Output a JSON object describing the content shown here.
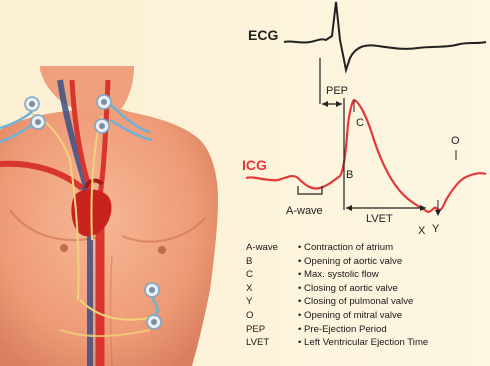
{
  "ecg_label": "ECG",
  "icg_label": "ICG",
  "wave_labels": {
    "pep": "PEP",
    "c": "C",
    "b": "B",
    "o": "O",
    "a_wave": "A-wave",
    "lvet": "LVET",
    "x": "X",
    "y": "Y"
  },
  "legend": [
    {
      "term": "A-wave",
      "desc": "• Contraction of atrium"
    },
    {
      "term": "B",
      "desc": "• Opening of aortic valve"
    },
    {
      "term": "C",
      "desc": "• Max. systolic flow"
    },
    {
      "term": "X",
      "desc": "• Closing of aortic valve"
    },
    {
      "term": "Y",
      "desc": "• Closing of pulmonal valve"
    },
    {
      "term": "O",
      "desc": "• Opening of mitral valve"
    },
    {
      "term": "PEP",
      "desc": "• Pre-Ejection Period"
    },
    {
      "term": "LVET",
      "desc": "• Left Ventricular Ejection Time"
    }
  ],
  "colors": {
    "background": "#fbf3d9",
    "ecg_trace": "#222222",
    "icg_trace": "#e23a3a",
    "icg_label": "#e23a3a",
    "skin": "#f2a27e",
    "artery": "#d8352e",
    "vein": "#3b4f86",
    "wire_yellow": "#f0d27a",
    "wire_blue": "#6fb2d6"
  }
}
